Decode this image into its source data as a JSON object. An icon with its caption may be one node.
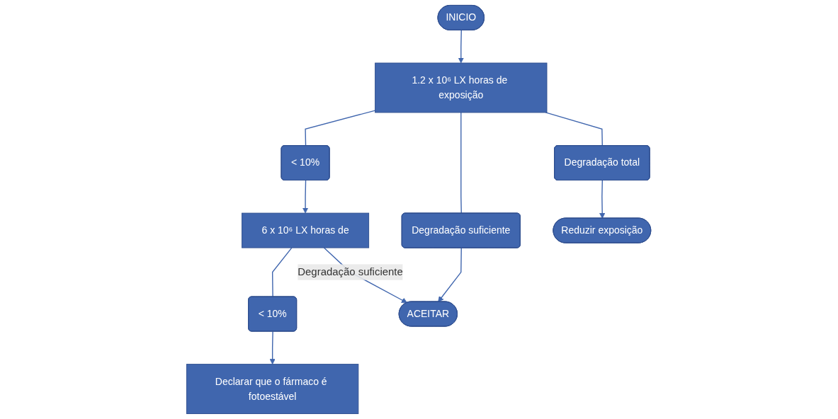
{
  "diagram": {
    "nodes": [
      {
        "text": [
          "INICIO"
        ]
      },
      {
        "text": [
          "1.2 x 10⁶ LX horas de exposição"
        ]
      },
      {
        "text": [
          "< 10%"
        ]
      },
      {
        "text": [
          "Degradação suficiente"
        ]
      },
      {
        "text": [
          "Degradação total"
        ]
      },
      {
        "text": [
          "6 x 10⁶ LX horas de"
        ]
      },
      {
        "text": [
          "Reduzir exposição"
        ]
      },
      {
        "text": [
          "< 10%"
        ]
      },
      {
        "text": [
          "Declarar que o fármaco é fotoestável"
        ]
      },
      {
        "text": [
          "ACEITAR"
        ]
      }
    ],
    "edges": [
      {
        "from": 0,
        "to": 1,
        "arrow": "to"
      },
      {
        "from": 1,
        "to": 2,
        "arrow": "none"
      },
      {
        "from": 1,
        "to": 3,
        "arrow": "none"
      },
      {
        "from": 1,
        "to": 4,
        "arrow": "none"
      },
      {
        "from": 2,
        "to": 5,
        "arrow": "to"
      },
      {
        "from": 4,
        "to": 6,
        "arrow": "to"
      },
      {
        "from": 3,
        "to": 9,
        "arrow": "to"
      },
      {
        "from": 5,
        "to": 7,
        "arrow": "none"
      },
      {
        "from": 5,
        "to": 9,
        "arrow": "to",
        "label": "Degradação suficiente"
      },
      {
        "from": 7,
        "to": 8,
        "arrow": "to"
      }
    ]
  }
}
